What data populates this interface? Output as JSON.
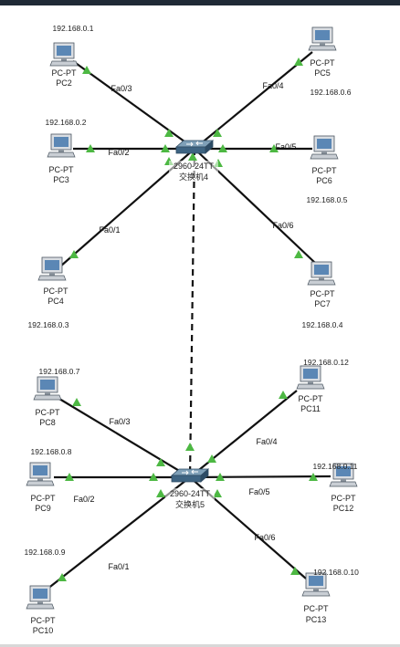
{
  "colors": {
    "link": "#111111",
    "port_indicator": "#4db843",
    "text": "#222222",
    "topbar": "#1f2a36"
  },
  "switches": [
    {
      "id": "sw4",
      "model": "2960-24TT",
      "name": "交换机4"
    },
    {
      "id": "sw5",
      "model": "2960-24TT",
      "name": "交换机5"
    }
  ],
  "pcs": [
    {
      "id": "pc2",
      "type": "PC-PT",
      "name": "PC2",
      "ip": "192.168.0.1"
    },
    {
      "id": "pc3",
      "type": "PC-PT",
      "name": "PC3",
      "ip": "192.168.0.2"
    },
    {
      "id": "pc4",
      "type": "PC-PT",
      "name": "PC4",
      "ip": "192.168.0.3"
    },
    {
      "id": "pc5",
      "type": "PC-PT",
      "name": "PC5",
      "ip": "192.168.0.6"
    },
    {
      "id": "pc6",
      "type": "PC-PT",
      "name": "PC6",
      "ip": "192.168.0.5"
    },
    {
      "id": "pc7",
      "type": "PC-PT",
      "name": "PC7",
      "ip": "192.168.0.4"
    },
    {
      "id": "pc8",
      "type": "PC-PT",
      "name": "PC8",
      "ip": "192.168.0.7"
    },
    {
      "id": "pc9",
      "type": "PC-PT",
      "name": "PC9",
      "ip": "192.168.0.8"
    },
    {
      "id": "pc10",
      "type": "PC-PT",
      "name": "PC10",
      "ip": "192.168.0.9"
    },
    {
      "id": "pc11",
      "type": "PC-PT",
      "name": "PC11",
      "ip": "192.168.0.12"
    },
    {
      "id": "pc12",
      "type": "PC-PT",
      "name": "PC12",
      "ip": "192.168.0.11"
    },
    {
      "id": "pc13",
      "type": "PC-PT",
      "name": "PC13",
      "ip": "192.168.0.10"
    }
  ],
  "links": [
    {
      "from": "sw4",
      "to": "pc2",
      "port": "Fa0/3",
      "style": "solid"
    },
    {
      "from": "sw4",
      "to": "pc3",
      "port": "Fa0/2",
      "style": "solid"
    },
    {
      "from": "sw4",
      "to": "pc4",
      "port": "Fa0/1",
      "style": "solid"
    },
    {
      "from": "sw4",
      "to": "pc5",
      "port": "Fa0/4",
      "style": "solid"
    },
    {
      "from": "sw4",
      "to": "pc6",
      "port": "Fa0/5",
      "style": "solid"
    },
    {
      "from": "sw4",
      "to": "pc7",
      "port": "Fa0/6",
      "style": "solid"
    },
    {
      "from": "sw5",
      "to": "pc8",
      "port": "Fa0/3",
      "style": "solid"
    },
    {
      "from": "sw5",
      "to": "pc9",
      "port": "Fa0/2",
      "style": "solid"
    },
    {
      "from": "sw5",
      "to": "pc10",
      "port": "Fa0/1",
      "style": "solid"
    },
    {
      "from": "sw5",
      "to": "pc11",
      "port": "Fa0/4",
      "style": "solid"
    },
    {
      "from": "sw5",
      "to": "pc12",
      "port": "Fa0/5",
      "style": "solid"
    },
    {
      "from": "sw5",
      "to": "pc13",
      "port": "Fa0/6",
      "style": "solid"
    },
    {
      "from": "sw4",
      "to": "sw5",
      "port": "",
      "style": "dashed"
    }
  ]
}
